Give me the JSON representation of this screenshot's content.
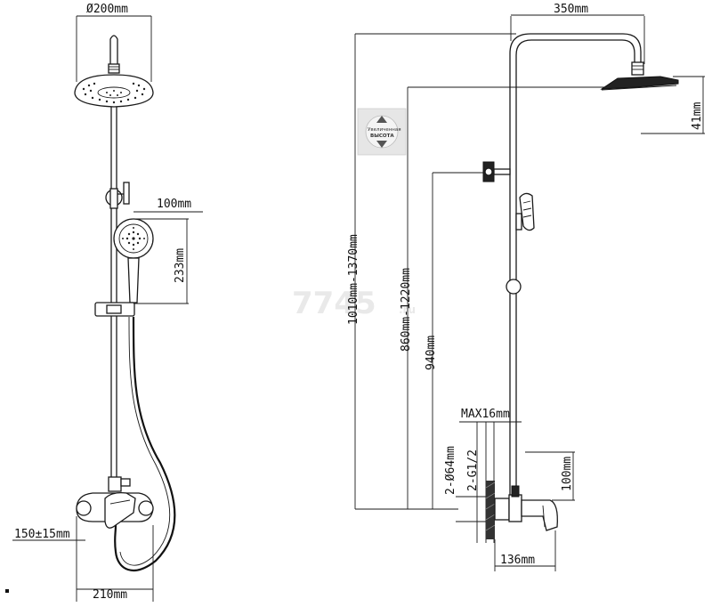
{
  "watermark": {
    "main": "7745",
    "suffix": ".ru"
  },
  "badge": {
    "line1": "Увеличенная",
    "line2": "ВЫСОТА"
  },
  "front_view": {
    "head_diameter": "Ø200mm",
    "hand_shower_width": "100mm",
    "hand_shower_height": "233mm",
    "inlet_spacing": "150±15mm",
    "mixer_width": "210mm"
  },
  "side_view": {
    "head_reach": "350mm",
    "head_thickness": "41mm",
    "total_height": "1010mm-1370mm",
    "head_height": "860mm-1220mm",
    "bracket_height": "940mm",
    "wall_max": "MAX16mm",
    "fitting_diameter": "2-Ø64mm",
    "thread": "2-G1/2",
    "spout_height": "100mm",
    "spout_length": "136mm"
  }
}
